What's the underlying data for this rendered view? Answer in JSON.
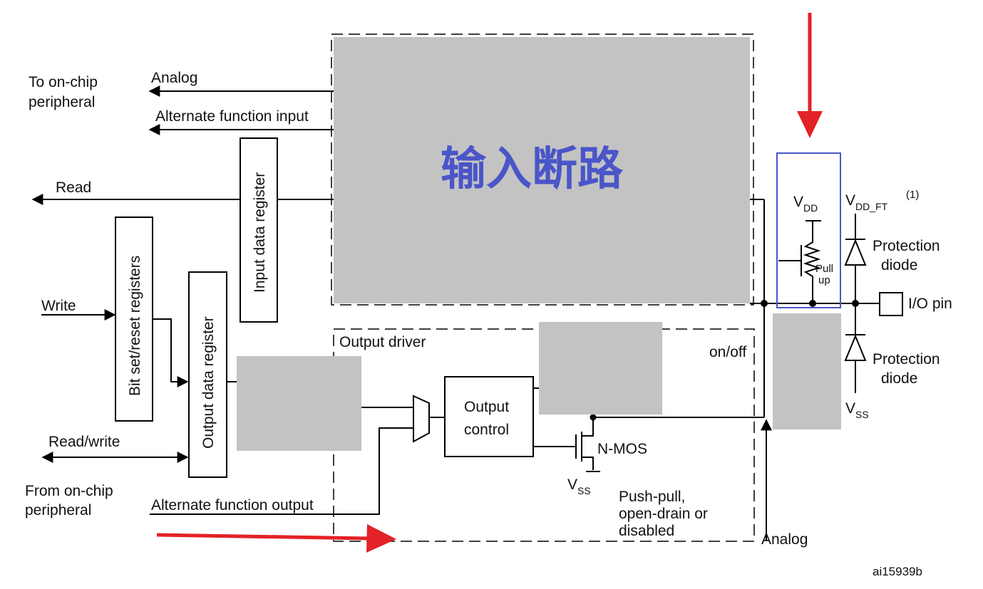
{
  "labels": {
    "to_on_chip_peripheral": [
      "To on-chip",
      "peripheral"
    ],
    "analog_top": "Analog",
    "alternate_function_input": "Alternate function input",
    "read": "Read",
    "write": "Write",
    "read_write": "Read/write",
    "from_on_chip_peripheral": [
      "From on-chip",
      "peripheral"
    ],
    "alternate_function_output": "Alternate function output",
    "input_data_register": "Input data register",
    "bit_set_reset_registers": "Bit set/reset registers",
    "output_data_register": "Output data register",
    "output_driver": "Output driver",
    "output_control": [
      "Output",
      "control"
    ],
    "on_off": "on/off",
    "n_mos": "N-MOS",
    "vss_main": "V",
    "vss_sub": "SS",
    "push_pull": [
      "Push-pull,",
      "open-drain or",
      "disabled"
    ],
    "analog_bottom": "Analog",
    "vdd_main": "V",
    "vdd_sub": "DD",
    "vdd_ft_main": "V",
    "vdd_ft_sub": "DD_FT",
    "vdd_ft_note": "(1)",
    "pull_up": [
      "Pull",
      "up"
    ],
    "protection_diode": [
      "Protection",
      "diode"
    ],
    "io_pin": "I/O pin",
    "figure_id": "ai15939b"
  },
  "overlay": {
    "input_disconnect": "输入断路"
  },
  "colors": {
    "overlay_text": "#4a55c8",
    "highlight_box": "#4a55c8",
    "arrow": "#e32227",
    "mask": "#c3c3c3"
  }
}
